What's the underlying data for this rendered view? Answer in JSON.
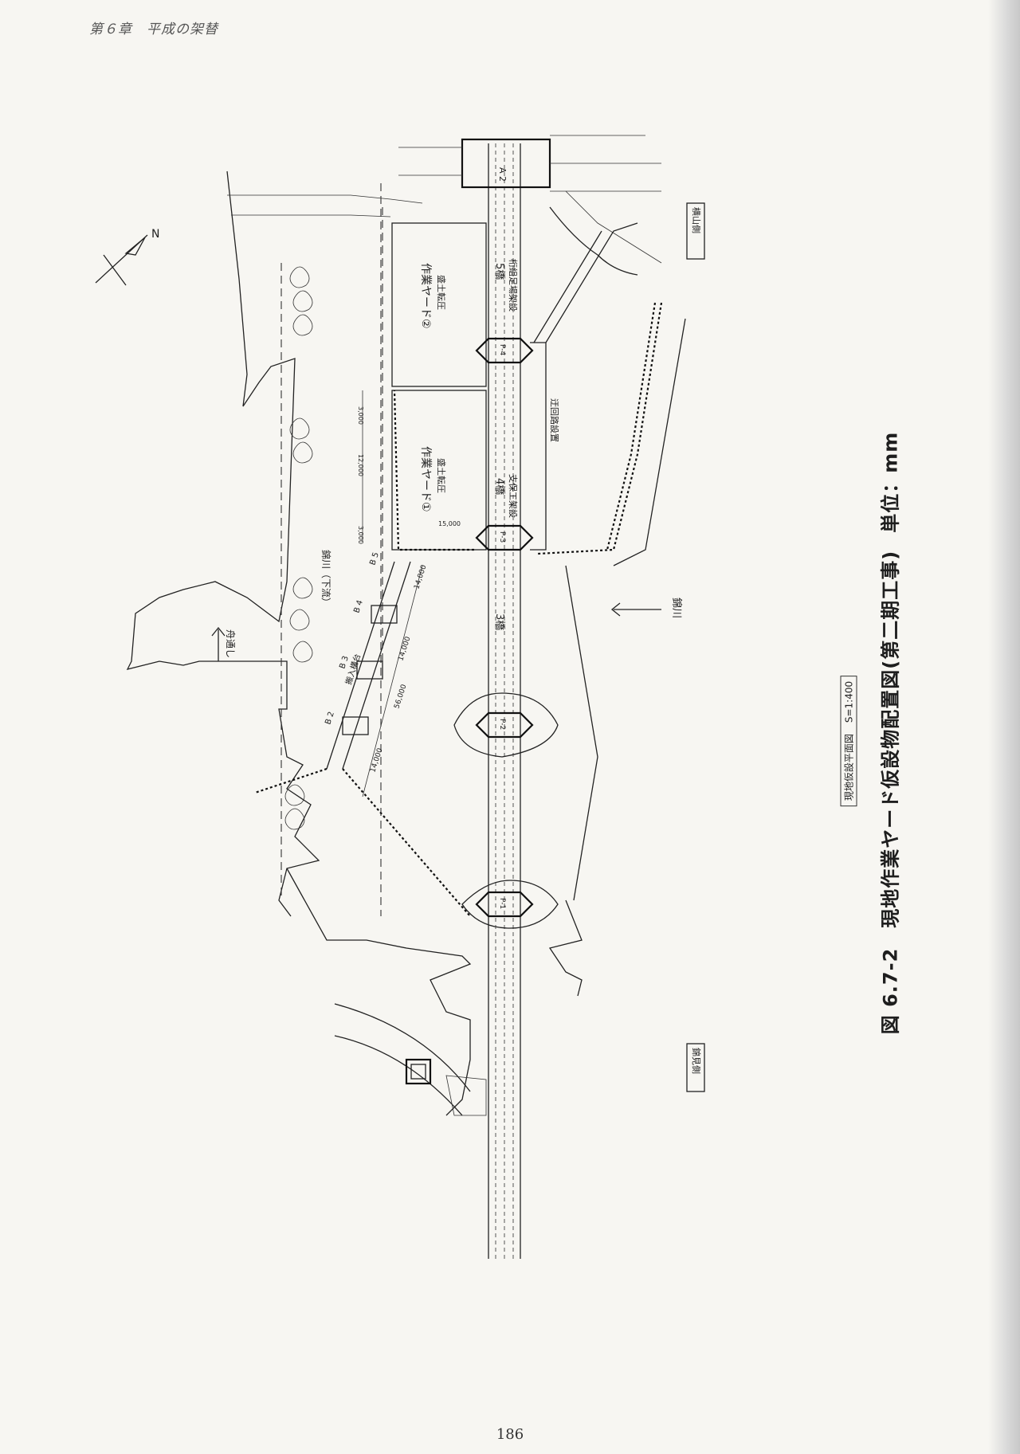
{
  "header": {
    "running_head": "第６章　平成の架替",
    "page_number": "186"
  },
  "figure": {
    "caption_number": "図 6.7-2",
    "caption_title": "現地作業ヤード仮設物配置図(第二期工事)",
    "caption_unit": "単位：mm",
    "sublabel": "現地仮設平面図",
    "scale": "S=1:400",
    "labels": {
      "yard1_title": "作業ヤード①",
      "yard1_sub": "盛土転圧",
      "yard2_title": "作業ヤード②",
      "yard2_sub": "盛土転圧",
      "span3": "3橋",
      "span4": "4橋",
      "span4_sub": "支保工架設",
      "span5": "5橋",
      "span5_sub": "桁組足場架設",
      "bypass": "迂回路設置",
      "access_road": "搬入構台",
      "river_down": "錦川（下流）",
      "river": "錦川",
      "yokoyama": "横山側",
      "kintai": "錦見側",
      "pier1": "P-1",
      "pier2": "P-2",
      "pier3": "P-3",
      "pier4": "P-4",
      "abut2": "A 2",
      "b2": "B 2",
      "b3": "B 3",
      "b4": "B 4",
      "b5": "B 5",
      "north": "N",
      "flow": "舟通し",
      "dim_56000": "56,000",
      "dim_14000a": "14,000",
      "dim_14000b": "14,000",
      "dim_14000c": "14,000",
      "dim_15000": "15,000",
      "dim_12000": "12,000",
      "dim_3000a": "3,000",
      "dim_3000b": "3,000"
    }
  }
}
